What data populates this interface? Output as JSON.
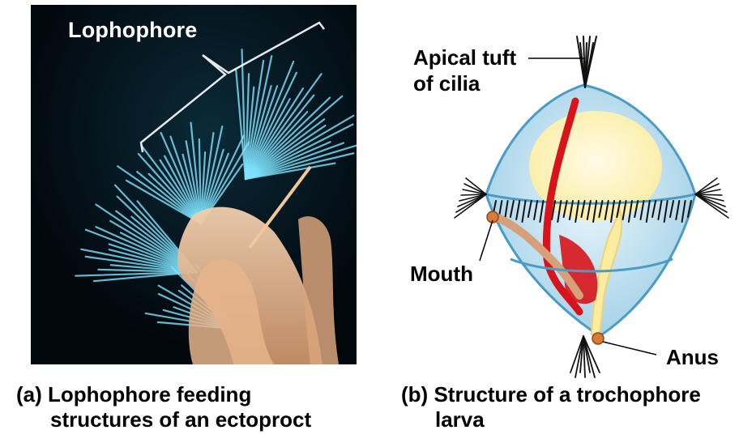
{
  "panel_a": {
    "photo_label": "Lophophore",
    "caption_prefix": "(a)",
    "caption_line1": "Lophophore feeding",
    "caption_line2": "structures of an ectoproct"
  },
  "panel_b": {
    "label_apical_line1": "Apical tuft",
    "label_apical_line2": "of cilia",
    "label_mouth": "Mouth",
    "label_anus": "Anus",
    "caption_prefix": "(b)",
    "caption_line1": "Structure of a trochophore",
    "caption_line2": "larva"
  },
  "colors": {
    "photo_background": "#02070c",
    "tentacle_cyan": "#7fe4ff",
    "body_tan": "#e6b58c",
    "larva_blue": "#bfe2f2",
    "gut_yellow": "#fff6c0",
    "nerve_red": "#d7141b"
  }
}
